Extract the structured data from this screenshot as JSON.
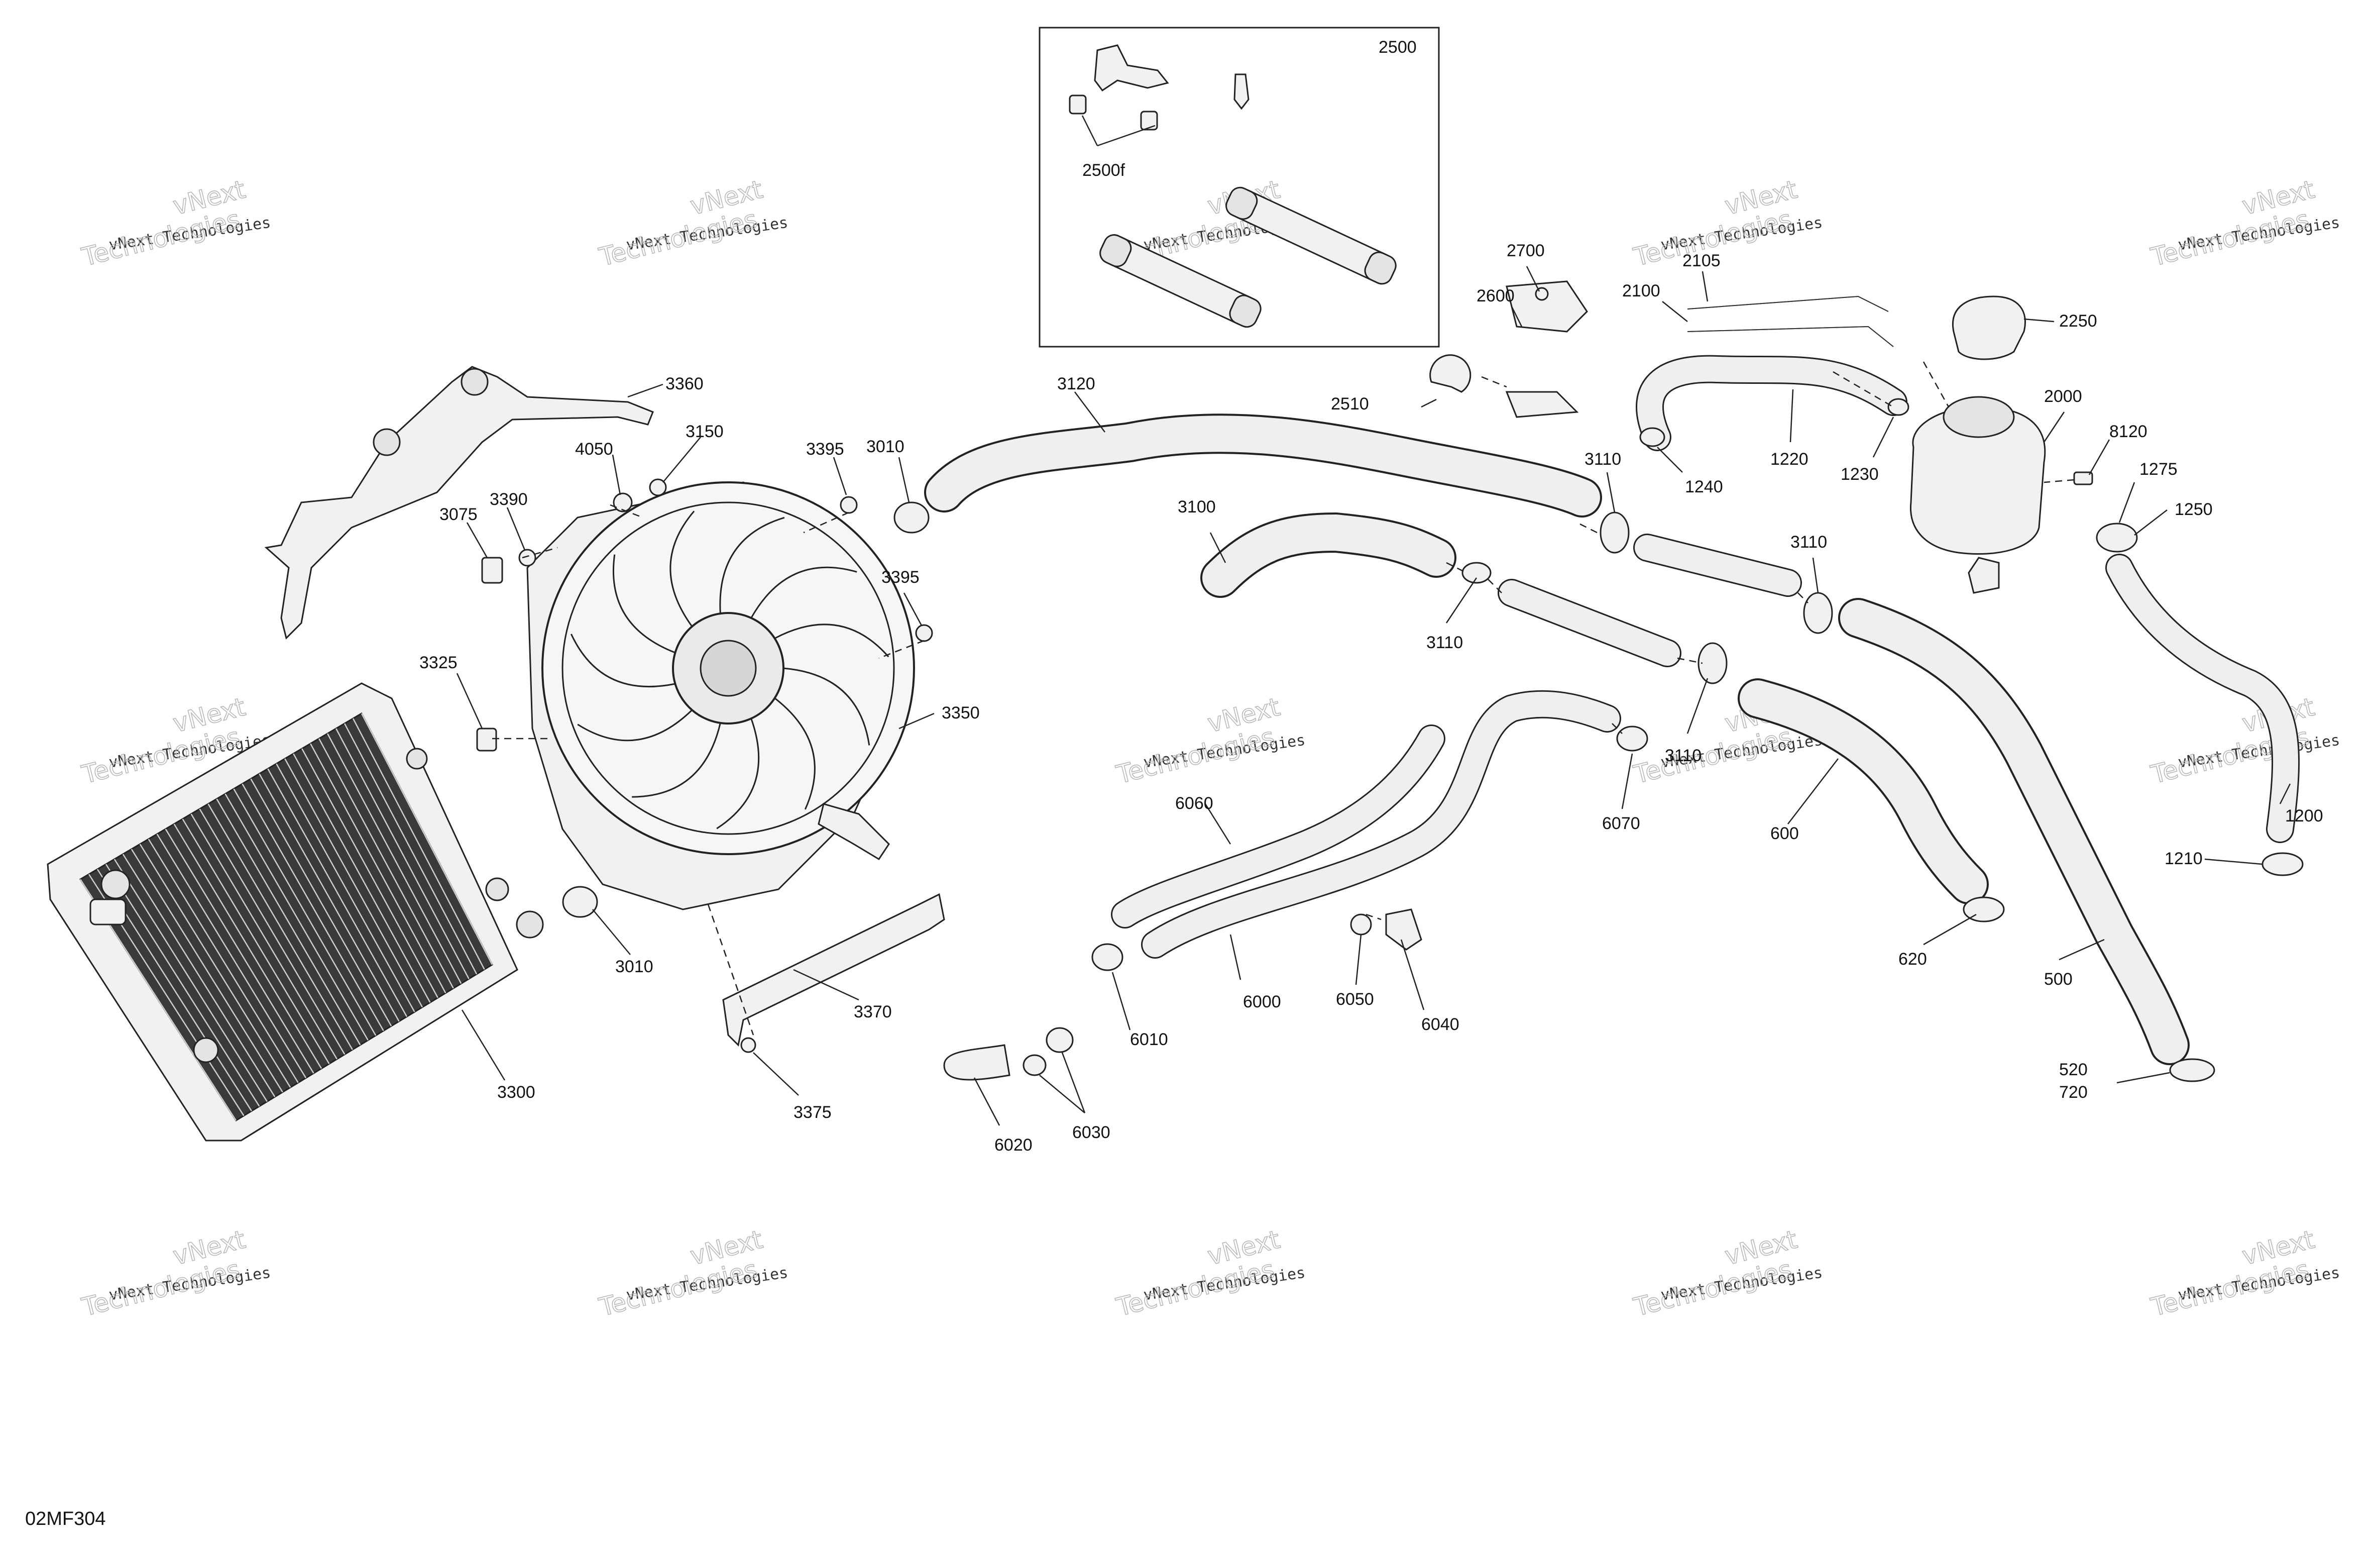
{
  "watermark": {
    "line1": "vNext Technologies",
    "line2": "vNext\nTechnologies"
  },
  "drawing_ref": "02MF304",
  "kit_box_label": "2500",
  "callouts": {
    "c2500f": "2500f",
    "c2700": "2700",
    "c2600": "2600",
    "c2100": "2100",
    "c2105": "2105",
    "c2250": "2250",
    "c2000": "2000",
    "c3360": "3360",
    "c3120": "3120",
    "c2510": "2510",
    "c3150": "3150",
    "c4050": "4050",
    "c3395a": "3395",
    "c3010a": "3010",
    "c3390": "3390",
    "c3075": "3075",
    "c3110a": "3110",
    "c1240": "1240",
    "c1220": "1220",
    "c1230": "1230",
    "c8120": "8120",
    "c1275": "1275",
    "c1250": "1250",
    "c3100": "3100",
    "c3110b": "3110",
    "c3395b": "3395",
    "c3110c": "3110",
    "c3325": "3325",
    "c3350": "3350",
    "c3110d": "3110",
    "c6060": "6060",
    "c6070": "6070",
    "c600": "600",
    "c1200": "1200",
    "c1210": "1210",
    "c3010b": "3010",
    "c3370": "3370",
    "c6000": "6000",
    "c6010": "6010",
    "c6050": "6050",
    "c6040": "6040",
    "c620": "620",
    "c500": "500",
    "c3300": "3300",
    "c3375": "3375",
    "c6020": "6020",
    "c6030": "6030",
    "c520": "520",
    "c720": "720"
  }
}
